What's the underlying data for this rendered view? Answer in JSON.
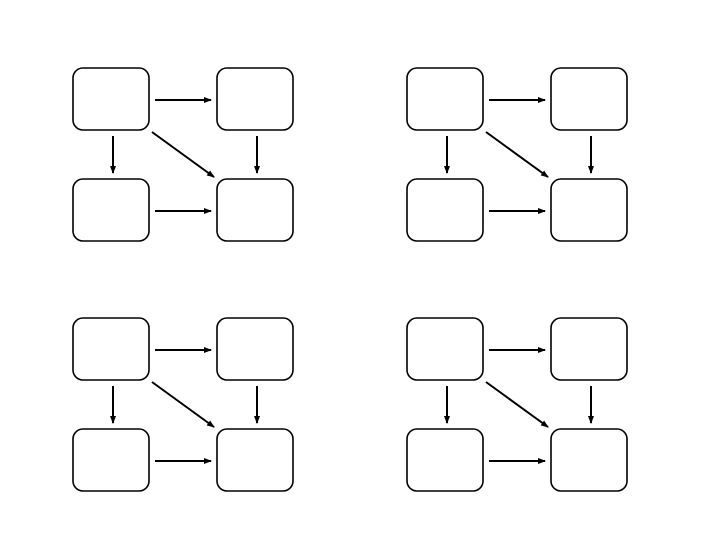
{
  "diagrams": [
    {
      "nodes": [
        {
          "id": "top-left",
          "label": ""
        },
        {
          "id": "top-right",
          "label": ""
        },
        {
          "id": "bottom-left",
          "label": ""
        },
        {
          "id": "bottom-right",
          "label": ""
        }
      ],
      "edges": [
        {
          "from": "top-left",
          "to": "top-right"
        },
        {
          "from": "top-left",
          "to": "bottom-left"
        },
        {
          "from": "top-left",
          "to": "bottom-right"
        },
        {
          "from": "top-right",
          "to": "bottom-right"
        },
        {
          "from": "bottom-left",
          "to": "bottom-right"
        }
      ]
    },
    {
      "nodes": [
        {
          "id": "top-left",
          "label": ""
        },
        {
          "id": "top-right",
          "label": ""
        },
        {
          "id": "bottom-left",
          "label": ""
        },
        {
          "id": "bottom-right",
          "label": ""
        }
      ],
      "edges": [
        {
          "from": "top-left",
          "to": "top-right"
        },
        {
          "from": "top-left",
          "to": "bottom-left"
        },
        {
          "from": "top-left",
          "to": "bottom-right"
        },
        {
          "from": "top-right",
          "to": "bottom-right"
        },
        {
          "from": "bottom-left",
          "to": "bottom-right"
        }
      ]
    },
    {
      "nodes": [
        {
          "id": "top-left",
          "label": ""
        },
        {
          "id": "top-right",
          "label": ""
        },
        {
          "id": "bottom-left",
          "label": ""
        },
        {
          "id": "bottom-right",
          "label": ""
        }
      ],
      "edges": [
        {
          "from": "top-left",
          "to": "top-right"
        },
        {
          "from": "top-left",
          "to": "bottom-left"
        },
        {
          "from": "top-left",
          "to": "bottom-right"
        },
        {
          "from": "top-right",
          "to": "bottom-right"
        },
        {
          "from": "bottom-left",
          "to": "bottom-right"
        }
      ]
    },
    {
      "nodes": [
        {
          "id": "top-left",
          "label": ""
        },
        {
          "id": "top-right",
          "label": ""
        },
        {
          "id": "bottom-left",
          "label": ""
        },
        {
          "id": "bottom-right",
          "label": ""
        }
      ],
      "edges": [
        {
          "from": "top-left",
          "to": "top-right"
        },
        {
          "from": "top-left",
          "to": "bottom-left"
        },
        {
          "from": "top-left",
          "to": "bottom-right"
        },
        {
          "from": "top-right",
          "to": "bottom-right"
        },
        {
          "from": "bottom-left",
          "to": "bottom-right"
        }
      ]
    }
  ]
}
